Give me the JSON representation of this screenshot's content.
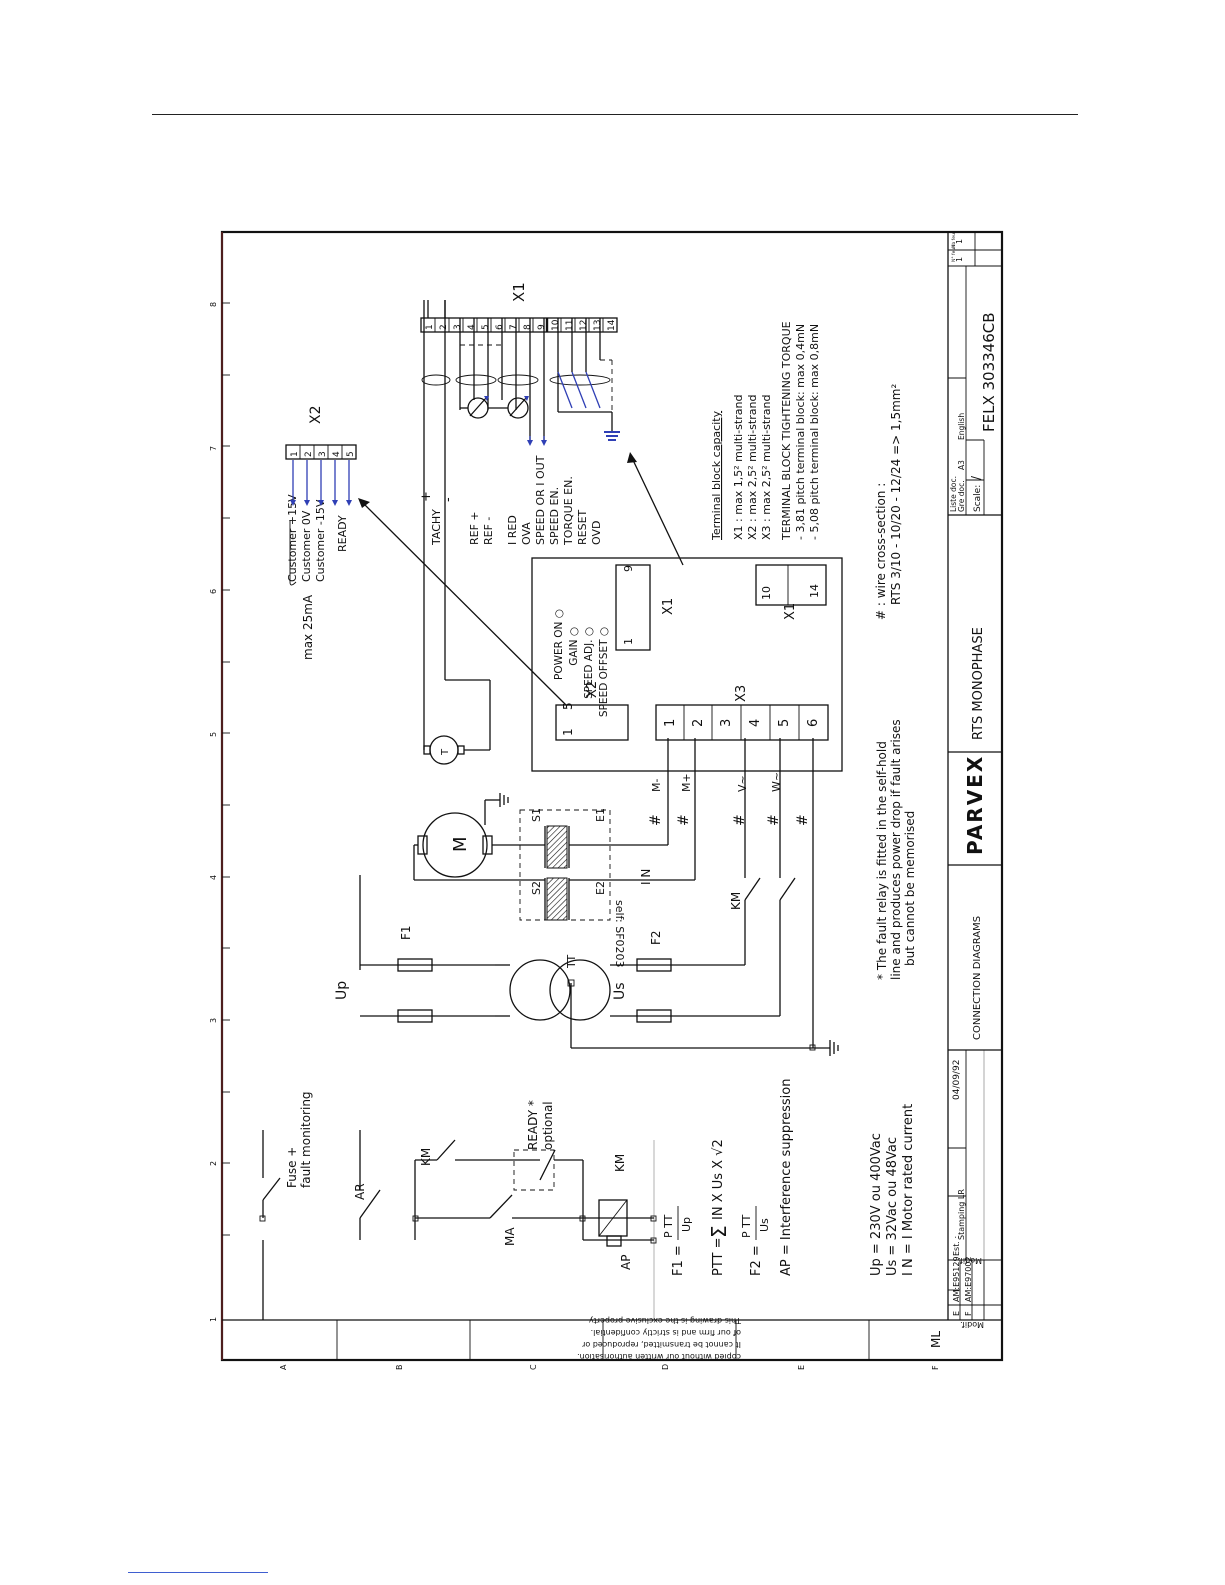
{
  "grid": {
    "columns": [
      "1",
      "2",
      "3",
      "4",
      "5",
      "6",
      "7",
      "8"
    ],
    "rows": [
      "A",
      "B",
      "C",
      "D",
      "E",
      "F"
    ]
  },
  "supply": {
    "fuse_fault": [
      "Fuse +",
      "fault monitoring"
    ],
    "ar": "AR",
    "km_contact": "KM",
    "ma": "MA",
    "ready": [
      "READY *",
      "optional"
    ],
    "km_coil": "KM",
    "ap": "AP"
  },
  "formulas": {
    "f1_lhs": "F1 =",
    "f1_num": "P TT",
    "f1_den": "Up",
    "ptt": "PTT =",
    "ptt_sigma": "Σ",
    "ptt_rhs": "IN X Us X √2",
    "f2_lhs": "F2 =",
    "f2_num": "P TT",
    "f2_den": "Us",
    "ap": "AP = Interference suppression"
  },
  "ratings": {
    "up": "Up  =  230V ou 400Vac",
    "us": "Us  =  32Vac ou 48Vac",
    "in": "I N  =  I Motor rated current"
  },
  "transformer": {
    "up": "Up",
    "us": "Us",
    "tt": "TT",
    "f1": "F1",
    "f2": "F2"
  },
  "motor": {
    "m": "M",
    "tacho": "T",
    "self": "self: SF0203",
    "s1": "S1",
    "s2": "S2",
    "e1": "E1",
    "e2": "E2",
    "in": "I N",
    "km": "KM",
    "hash": "#"
  },
  "wires": {
    "m_minus": "M-",
    "m_plus": "M+",
    "v": "V~",
    "w": "W~"
  },
  "controller": {
    "x2": "X2",
    "x3": "X3",
    "x1a": "X1",
    "x1b": "X1",
    "leds": [
      "POWER ON ○",
      "GAIN ○",
      "SPEED ADJ. ○",
      "SPEED OFFSET ○"
    ],
    "x2_pins": [
      "1",
      "5"
    ],
    "x3_pins": [
      "1",
      "2",
      "3",
      "4",
      "5",
      "6"
    ],
    "x1a_pins": [
      "1",
      "9"
    ],
    "x1b_pins": [
      "10",
      "14"
    ]
  },
  "x2_outputs": {
    "max": "max 25mA",
    "labels": [
      "Customer +15V",
      "Customer 0V",
      "Customer -15V",
      "READY"
    ],
    "pins": [
      "1",
      "2",
      "3",
      "4",
      "5"
    ],
    "name": "X2"
  },
  "x1_signals": {
    "tachy": "TACHY",
    "plus": "+",
    "minus": "-",
    "labels": [
      "REF +",
      "REF -",
      "I RED",
      "OVA",
      "SPEED OR I OUT",
      "SPEED EN.",
      "TORQUE EN.",
      "RESET",
      "OVD"
    ],
    "pins": [
      "1",
      "2",
      "3",
      "4",
      "5",
      "6",
      "7",
      "8",
      "9",
      "10",
      "11",
      "12",
      "13",
      "14"
    ],
    "name": "X1"
  },
  "terminal_capacity": {
    "title": "Terminal block capacity",
    "lines": [
      "X1 : max 1,5² multi-strand",
      "X2 : max 2,5² multi-strand",
      "X3 : max 2,5² multi-strand"
    ],
    "torque_title": "TERMINAL BLOCK TIGHTENING TORQUE",
    "torque_lines": [
      "- 3,81 pitch terminal block: max 0,4mN",
      "- 5,08 pitch terminal block: max 0,8mN"
    ]
  },
  "notes": {
    "fault": [
      "* The fault relay is fitted in the self-hold",
      "line and produces power drop if fault arises",
      "but cannot be memorised"
    ],
    "wire": [
      "# : wire cross-section :",
      "RTS 3/10 - 10/20 - 12/24 => 1,5mm²"
    ]
  },
  "title_block": {
    "confidential": [
      "This drawing is the exclusive property",
      "of our firm and is strictly confidential.",
      "It cannot be transmitted, reproduced or",
      "copied without our written authorisation."
    ],
    "ml": "ML",
    "modif": "Modif.",
    "rev_e": "E",
    "rev_e_code": "AM:E95129",
    "rev_f": "F",
    "rev_f_code": "AM:E97002",
    "modif2": "Modif.",
    "est": "Est. :",
    "date": "04/09/92",
    "stamping": "Stamping LR",
    "doc_title": "CONNECTION DIAGRAMS",
    "company": "PARVEX",
    "product": "RTS MONOPHASE",
    "liste_doc": "Liste doc.",
    "gre_doc": "Gre doc.",
    "a3": "A3",
    "english": "English",
    "scale": "Scale:",
    "scale_val": "/",
    "doc_number": "FELX 303346CB",
    "n_feuil": "N° feuil",
    "nb_feuil": "Nb feuil",
    "sheet": "1",
    "sheets": "1"
  }
}
